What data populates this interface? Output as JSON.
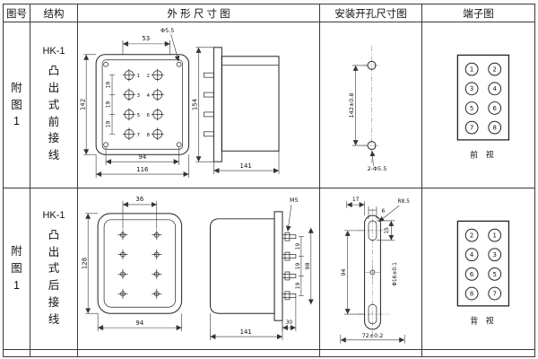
{
  "header": {
    "fig": "图号",
    "struct": "结构",
    "outline": "外 形 尺 寸 图",
    "mount": "安装开孔尺寸图",
    "terminal": "端子图"
  },
  "rows": [
    {
      "fig": "附图1",
      "model": "HK-1",
      "struct": "凸出式前接线",
      "outline": {
        "dim_top": "53",
        "hole_label": "Φ5.5",
        "dim_height": "142",
        "pitch": [
          "19",
          "19",
          "19"
        ],
        "terminals": [
          "1",
          "2",
          "3",
          "4",
          "5",
          "6",
          "7",
          "8"
        ],
        "dim_hole_span": "94",
        "dim_width": "116",
        "dim_side_height": "154",
        "dim_side_depth": "141"
      },
      "mount": {
        "dim_vertical": "142±0.8",
        "hole_label": "2-Φ5.5"
      },
      "terminal": {
        "left": [
          "1",
          "3",
          "5",
          "7"
        ],
        "right": [
          "2",
          "4",
          "6",
          "8"
        ],
        "view_label": "前 视"
      }
    },
    {
      "fig": "附图1",
      "model": "HK-1",
      "struct": "凸出式后接线",
      "outline": {
        "dim_top": "36",
        "screw_label": "M5",
        "dim_height": "128",
        "dim_width": "94",
        "dim_stud_zone": "98",
        "pitch": [
          "19",
          "19",
          "19"
        ],
        "dim_stud_len": "30",
        "dim_side_depth": "141"
      },
      "mount": {
        "dim_a": "17",
        "dim_b": "6",
        "dim_c": "15",
        "radius_label": "R8.5",
        "dim_vertical": "94",
        "dim_horizontal": "72±0.2",
        "hole_label": "Φ16±0.1"
      },
      "terminal": {
        "left": [
          "2",
          "4",
          "6",
          "8"
        ],
        "right": [
          "1",
          "3",
          "5",
          "7"
        ],
        "view_label": "背 视"
      }
    }
  ]
}
